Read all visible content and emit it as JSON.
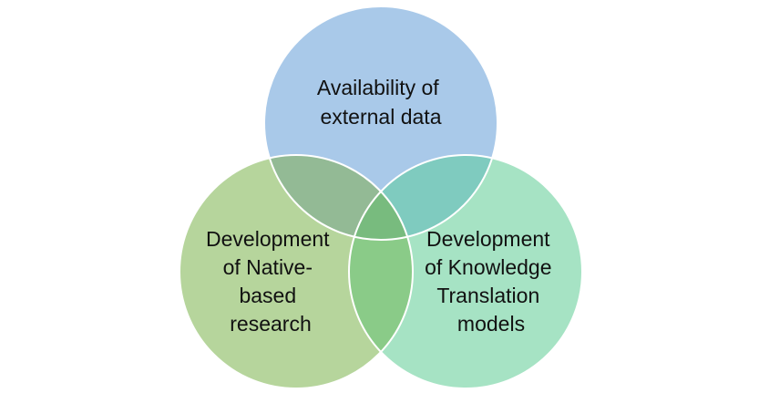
{
  "diagram": {
    "type": "venn",
    "circles": [
      {
        "id": "top",
        "lines": [
          "Availability of",
          "external data"
        ],
        "color": "#a9c9e9"
      },
      {
        "id": "left",
        "lines": [
          "Development",
          "of Native-",
          "based",
          "research"
        ],
        "color": "#b6d59c"
      },
      {
        "id": "right",
        "lines": [
          "Development",
          "of Knowledge",
          "Translation",
          "models"
        ],
        "color": "#a6e3c4"
      }
    ],
    "overlaps": {
      "top_left": "#93ba95",
      "top_right": "#7fcbbf",
      "left_right": "#8acb88",
      "center": "#78bb7e"
    },
    "stroke_color": "#ffffff"
  }
}
